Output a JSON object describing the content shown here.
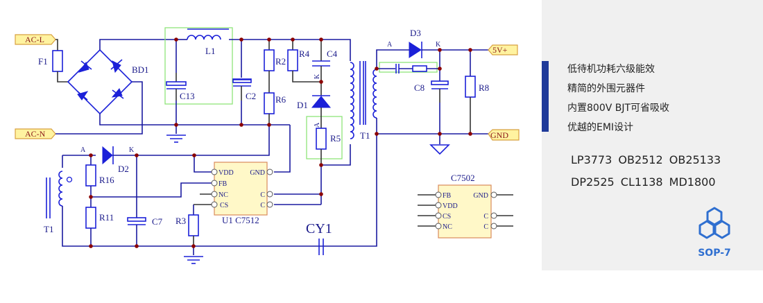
{
  "schematic": {
    "ports": {
      "ac_l": "AC-L",
      "ac_n": "AC-N",
      "vout": "5V+",
      "gnd": "GND"
    },
    "labels": {
      "f1": "F1",
      "bd1": "BD1",
      "l1": "L1",
      "c13": "C13",
      "c2": "C2",
      "r2": "R2",
      "r4": "R4",
      "r6": "R6",
      "c4": "C4",
      "d1": "D1",
      "r5": "R5",
      "d1_k": "K",
      "d1_a": "A",
      "t1_pri": "T1",
      "t1_aux": "T1",
      "d3": "D3",
      "d3_a": "A",
      "d3_k": "K",
      "c8": "C8",
      "r8": "R8",
      "d2": "D2",
      "d2_a": "A",
      "d2_k": "K",
      "r16": "R16",
      "r11": "R11",
      "c7": "C7",
      "r3": "R3",
      "cy1": "CY1"
    },
    "ic_u1": {
      "name": "U1 C7512",
      "left_pins": [
        "VDD",
        "FB",
        "NC",
        "CS"
      ],
      "right_pins": [
        "GND",
        "",
        "C",
        "C"
      ]
    },
    "ic_c7502": {
      "name": "C7502",
      "left_pins": [
        "FB",
        "VDD",
        "CS",
        "NC"
      ],
      "right_pins": [
        "GND",
        "",
        "C",
        "C"
      ]
    }
  },
  "panel": {
    "features": [
      "低待机功耗六级能效",
      "精简的外围元器件",
      "内置800V BJT可省吸收",
      "优越的EMI设计"
    ],
    "compatible_parts_rows": [
      "LP3773  OB2512  OB25133",
      "DP2525  CL1138  MD1800"
    ],
    "package": "SOP-7",
    "accent_color": "#1f3a9a",
    "logo_color": "#2f6fd0"
  }
}
